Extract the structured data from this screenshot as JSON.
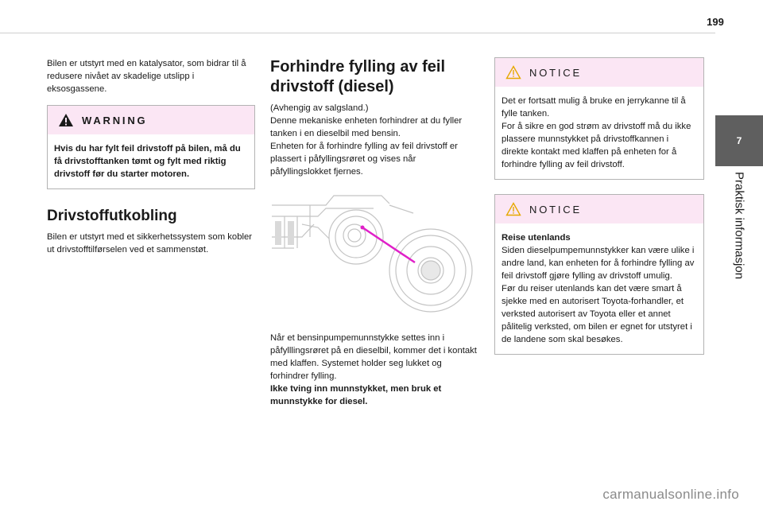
{
  "page": {
    "number": "199"
  },
  "side_tab": {
    "chapter": "7",
    "title": "Praktisk informasjon"
  },
  "col1": {
    "intro": "Bilen er utstyrt med en katalysator, som bidrar til å redusere nivået av skadelige utslipp i eksosgassene.",
    "warning": {
      "label": "WARNING",
      "text": "Hvis du har fylt feil drivstoff på bilen, må du få drivstofftanken tømt og fylt med riktig drivstoff før du starter motoren."
    },
    "heading": "Drivstoffutkobling",
    "text": "Bilen er utstyrt med et sikkerhetssystem som kobler ut drivstofftilførselen ved et sammenstøt."
  },
  "col2": {
    "heading_line1": "Forhindre fylling av feil",
    "heading_line2": "drivstoff (diesel)",
    "para1": "(Avhengig av salgsland.)",
    "para2": "Denne mekaniske enheten forhindrer at du fyller tanken i en dieselbil med bensin.",
    "para3": "Enheten for å forhindre fylling av feil drivstoff er plassert i påfyllingsrøret og vises når påfyllingslokket fjernes.",
    "para4": "Når et bensinpumpemunnstykke settes inn i påfylllingsrøret på en dieselbil, kommer det i kontakt med klaffen. Systemet holder seg lukket og forhindrer fylling.",
    "para5_bold": "Ikke tving inn munnstykket, men bruk et munnstykke for diesel."
  },
  "col3": {
    "notice1": {
      "label": "NOTICE",
      "p1": "Det er fortsatt mulig å bruke en jerrykanne til å fylle tanken.",
      "p2": "For å sikre en god strøm av drivstoff må du ikke plassere munnstykket på drivstoffkannen i direkte kontakt med klaffen på enheten for å forhindre fylling av feil drivstoff."
    },
    "notice2": {
      "label": "NOTICE",
      "title": "Reise utenlands",
      "p1": "Siden dieselpumpemunnstykker kan være ulike i andre land, kan enheten for å forhindre fylling av feil drivstoff gjøre fylling av drivstoff umulig.",
      "p2": "Før du reiser utenlands kan det være smart å sjekke med en autorisert Toyota-forhandler, et verksted autorisert av Toyota eller et annet pålitelig verksted, om bilen er egnet for utstyret i de landene som skal besøkes."
    }
  },
  "footer": {
    "watermark": "carmanualsonline.info"
  },
  "icons": {
    "warning": "warning-triangle-icon",
    "notice": "notice-triangle-icon"
  },
  "colors": {
    "box_header": "#fbe6f4",
    "accent_magenta": "#e020c8",
    "side_tab": "#5f5f5f"
  }
}
